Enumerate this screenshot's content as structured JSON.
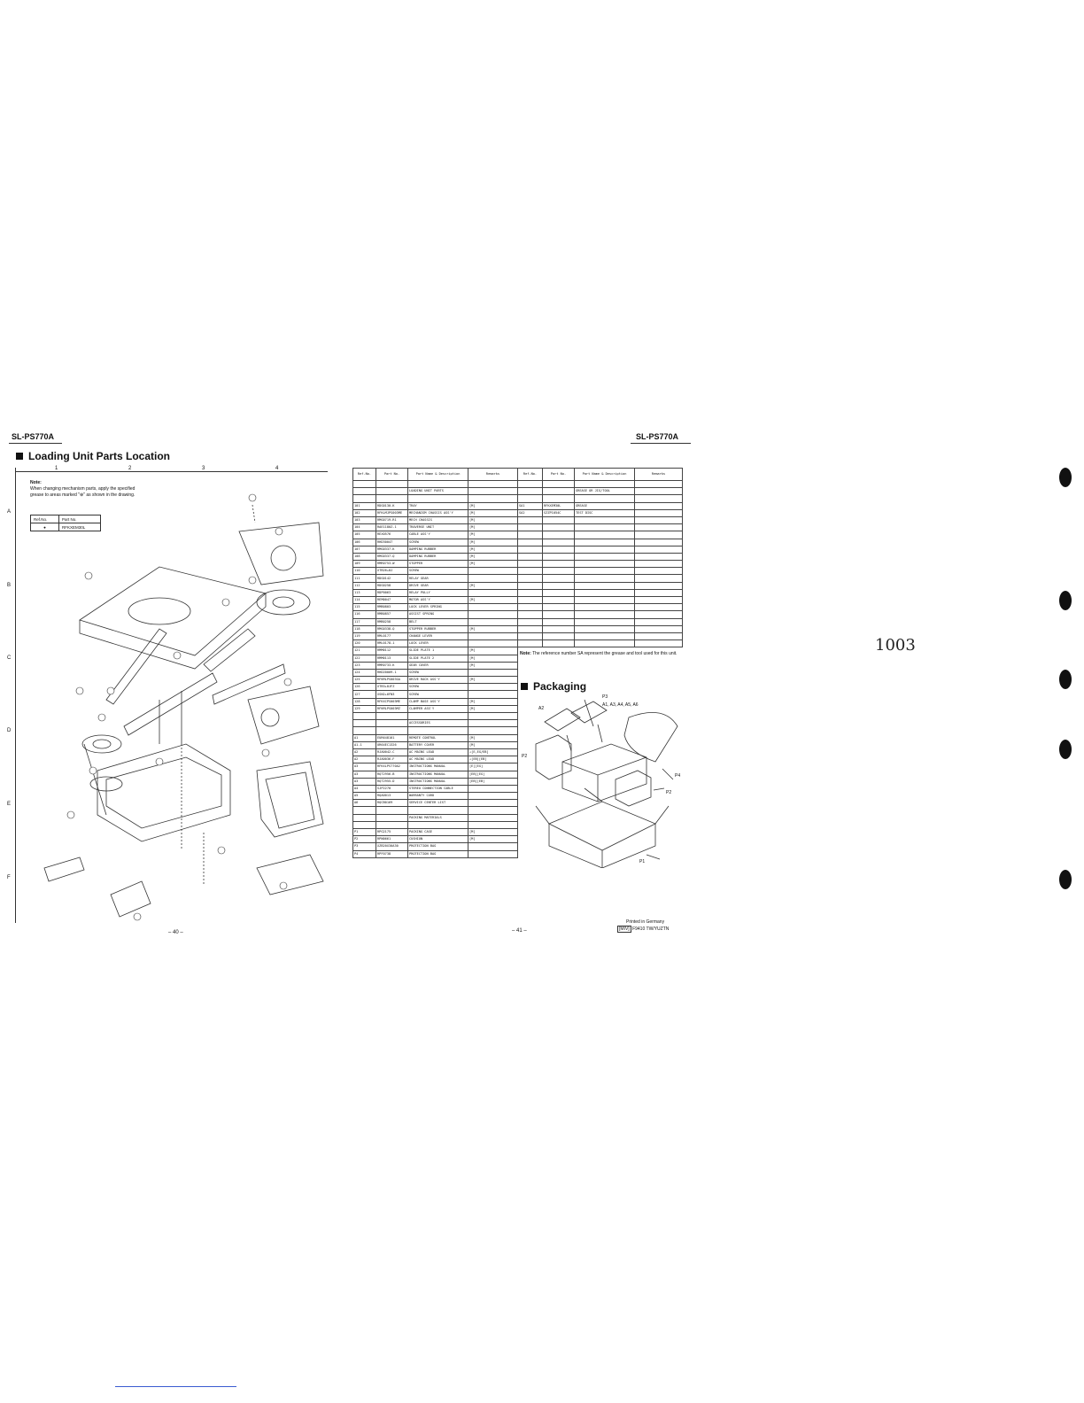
{
  "header": {
    "model_left": "SL-PS770A",
    "model_right": "SL-PS770A"
  },
  "loading": {
    "title": "Loading Unit Parts Location",
    "col_labels": [
      "1",
      "2",
      "3",
      "4"
    ],
    "row_labels": [
      "A",
      "B",
      "C",
      "D",
      "E",
      "F"
    ],
    "note_title": "Note:",
    "note_text": "When changing mechanism parts, apply the specified grease to areas marked \"⊕\" as shown in the drawing.",
    "ref_header": [
      "Ref.No.",
      "Part No."
    ],
    "ref_row": [
      "●",
      "RFKXEM30L"
    ],
    "page": "– 40 –"
  },
  "parts_table": {
    "headers": [
      "Ref.No.",
      "Part No.",
      "Part Name & Description",
      "Remarks"
    ],
    "rows": [
      [
        "",
        "",
        "",
        ""
      ],
      [
        "",
        "",
        "LOADING UNIT PARTS",
        ""
      ],
      [
        "",
        "",
        "",
        ""
      ],
      [
        "101",
        "RDG0130-K",
        "TRAY",
        "[M]"
      ],
      [
        "102",
        "RFKLMJPS003ME",
        "MECHANISM CHASSIS ASS'Y",
        "[M]"
      ],
      [
        "103",
        "RMG0719-R1",
        "MECH CHASSIS",
        "[M]"
      ],
      [
        "104",
        "RAE1180Z-1",
        "TRAVERSE UNIT",
        "[M]"
      ],
      [
        "105",
        "REX0576",
        "CABLE ASS'Y",
        "[M]"
      ],
      [
        "106",
        "RHD30047",
        "SCREW",
        "[M]"
      ],
      [
        "107",
        "RMG0337-K",
        "DAMPING RUBBER",
        "[M]"
      ],
      [
        "108",
        "RMG0337-Q",
        "DAMPING RUBBER",
        "[M]"
      ],
      [
        "109",
        "RMR0753-W",
        "STOPPER",
        "[M]"
      ],
      [
        "110",
        "XTB26+8J",
        "SCREW",
        ""
      ],
      [
        "111",
        "RDG0142",
        "RELAY GEAR",
        ""
      ],
      [
        "112",
        "RDG0258",
        "DRIVE GEAR",
        "[M]"
      ],
      [
        "113",
        "RDP0063",
        "RELAY PULLY",
        ""
      ],
      [
        "114",
        "REM0047",
        "MOTOR ASS'Y",
        "[M]"
      ],
      [
        "115",
        "RMB0803",
        "LOCK LEVER SPRING",
        ""
      ],
      [
        "116",
        "RMB0857",
        "ASSIST SPRING",
        ""
      ],
      [
        "117",
        "RMB0258",
        "BELT",
        ""
      ],
      [
        "118",
        "RMG0338-Q",
        "STOPPER RUBBER",
        "[M]"
      ],
      [
        "119",
        "RML0177",
        "CHANGE LEVER",
        ""
      ],
      [
        "120",
        "RML0178-1",
        "LOCK LEVER",
        ""
      ],
      [
        "121",
        "RMM0112",
        "SLIDE PLATE 1",
        "[M]"
      ],
      [
        "122",
        "RMM0113",
        "SLIDE PLATE 2",
        "[M]"
      ],
      [
        "123",
        "RMR0733-K",
        "GEAR COVER",
        "[M]"
      ],
      [
        "124",
        "RHD20009-1",
        "SCREW",
        ""
      ],
      [
        "125",
        "RFKMLPS003GA",
        "DRIVE RACK ASS'Y",
        "[M]"
      ],
      [
        "126",
        "XTB3+8JFZ",
        "SCREW",
        ""
      ],
      [
        "127",
        "XSN2+6FN3",
        "SCREW",
        ""
      ],
      [
        "128",
        "RFKXCPS003ME",
        "CLAMP BASE ASS'Y",
        "[M]"
      ],
      [
        "129",
        "RFKMLPS003MZ",
        "CLAMPER ASS'Y",
        "[M]"
      ],
      [
        "",
        "",
        "",
        ""
      ],
      [
        "",
        "",
        "ACCESSORIES",
        ""
      ],
      [
        "",
        "",
        "",
        ""
      ],
      [
        "A1",
        "EUR648101",
        "REMOTE CONTROL",
        "[M]"
      ],
      [
        "A1-1",
        "UR64EC1326",
        "BATTERY COVER",
        "[M]"
      ],
      [
        "A2",
        "RJA0042-C",
        "AC MAINS LEAD",
        "⚠[E,EG/EB]"
      ],
      [
        "A2",
        "RJA0036-F",
        "AC MAINS LEAD",
        "⚠[EB][EB]"
      ],
      [
        "A3",
        "RFKXLPS770A2",
        "INSTRUCTIONS MANUAL",
        "[E][EG]"
      ],
      [
        "A3",
        "RQT2956-B",
        "INSTRUCTIONS MANUAL",
        "[EB][EG]"
      ],
      [
        "A3",
        "RQT2955-D",
        "INSTRUCTIONS MANUAL",
        "[EB][EB]"
      ],
      [
        "A4",
        "SJP2270",
        "STEREO CONNECTION CABLE",
        ""
      ],
      [
        "A5",
        "RQA0013",
        "WARRANTY CARD",
        ""
      ],
      [
        "A6",
        "RQCB0169",
        "SERVICE CENTER LIST",
        ""
      ],
      [
        "",
        "",
        "",
        ""
      ],
      [
        "",
        "",
        "PACKING MATERIALS",
        ""
      ],
      [
        "",
        "",
        "",
        ""
      ],
      [
        "P1",
        "RPG2175",
        "PACKING CASE",
        "[M]"
      ],
      [
        "P2",
        "RPN0661",
        "CUSHION",
        "[M]"
      ],
      [
        "P3",
        "XZB20X30A30",
        "PROTECTION BAG",
        ""
      ],
      [
        "P4",
        "RPF0738",
        "PROTECTION BAG",
        ""
      ]
    ]
  },
  "grease_table": {
    "headers": [
      "Ref.No.",
      "Part No.",
      "Part Name & Description",
      "Remarks"
    ],
    "rows": [
      [
        "",
        "",
        "",
        ""
      ],
      [
        "",
        "",
        "GREASE OR JIG/TOOL",
        ""
      ],
      [
        "",
        "",
        "",
        ""
      ],
      [
        "SA1",
        "RFKXEM30L",
        "GREASE",
        ""
      ],
      [
        "SA2",
        "SZZP1054C",
        "TEST DISC",
        ""
      ],
      [
        "",
        "",
        "",
        ""
      ],
      [
        "",
        "",
        "",
        ""
      ],
      [
        "",
        "",
        "",
        ""
      ],
      [
        "",
        "",
        "",
        ""
      ],
      [
        "",
        "",
        "",
        ""
      ],
      [
        "",
        "",
        "",
        ""
      ],
      [
        "",
        "",
        "",
        ""
      ],
      [
        "",
        "",
        "",
        ""
      ],
      [
        "",
        "",
        "",
        ""
      ],
      [
        "",
        "",
        "",
        ""
      ],
      [
        "",
        "",
        "",
        ""
      ],
      [
        "",
        "",
        "",
        ""
      ],
      [
        "",
        "",
        "",
        ""
      ],
      [
        "",
        "",
        "",
        ""
      ],
      [
        "",
        "",
        "",
        ""
      ],
      [
        "",
        "",
        "",
        ""
      ],
      [
        "",
        "",
        "",
        ""
      ],
      [
        "",
        "",
        "",
        ""
      ]
    ],
    "note_title": "Note:",
    "note_text": "The reference number SA represent the grease and tool used for this unit."
  },
  "packaging": {
    "title": "Packaging",
    "labels": {
      "p3": "P3",
      "a_group": "A1, A3, A4, A5, A6",
      "a2": "A2",
      "p2_left": "P2",
      "p4": "P4",
      "p2_right": "P2",
      "p1": "P1"
    }
  },
  "footer": {
    "page_right": "– 41 –",
    "printed": "Printed in Germany",
    "code_box": "[MIV]",
    "code": "F9410 TW/YUZTN"
  },
  "annotation": {
    "handwritten": "1003"
  }
}
